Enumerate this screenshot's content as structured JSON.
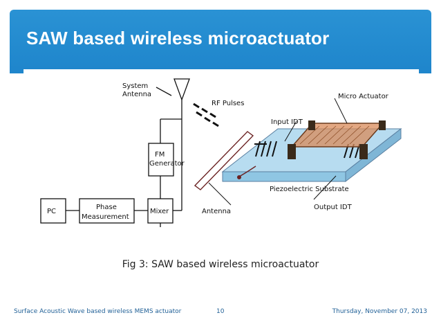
{
  "slide": {
    "title": "SAW based wireless microactuator",
    "caption": "Fig 3: SAW based wireless microactuator"
  },
  "figure": {
    "labels": {
      "system_antenna_line1": "System",
      "system_antenna_line2": "Antenna",
      "rf_pulses": "RF Pulses",
      "micro_actuator": "Micro Actuator",
      "input_idt": "Input IDT",
      "fm_line1": "FM",
      "fm_line2": "Generator",
      "pc": "PC",
      "phase_line1": "Phase",
      "phase_line2": "Measurement",
      "mixer": "Mixer",
      "piezo_substrate": "Piezoelectric Substrate",
      "antenna": "Antenna",
      "output_idt": "Output IDT"
    }
  },
  "footer": {
    "left": "Surface Acoustic Wave based wireless MEMS actuator",
    "page_number": "10",
    "date": "Thursday, November 07, 2013"
  },
  "colors": {
    "title_bar": "#1f86cc",
    "footer_text": "#1f5f96",
    "substrate": "#b7dcf0",
    "actuator": "#d98b5a"
  }
}
